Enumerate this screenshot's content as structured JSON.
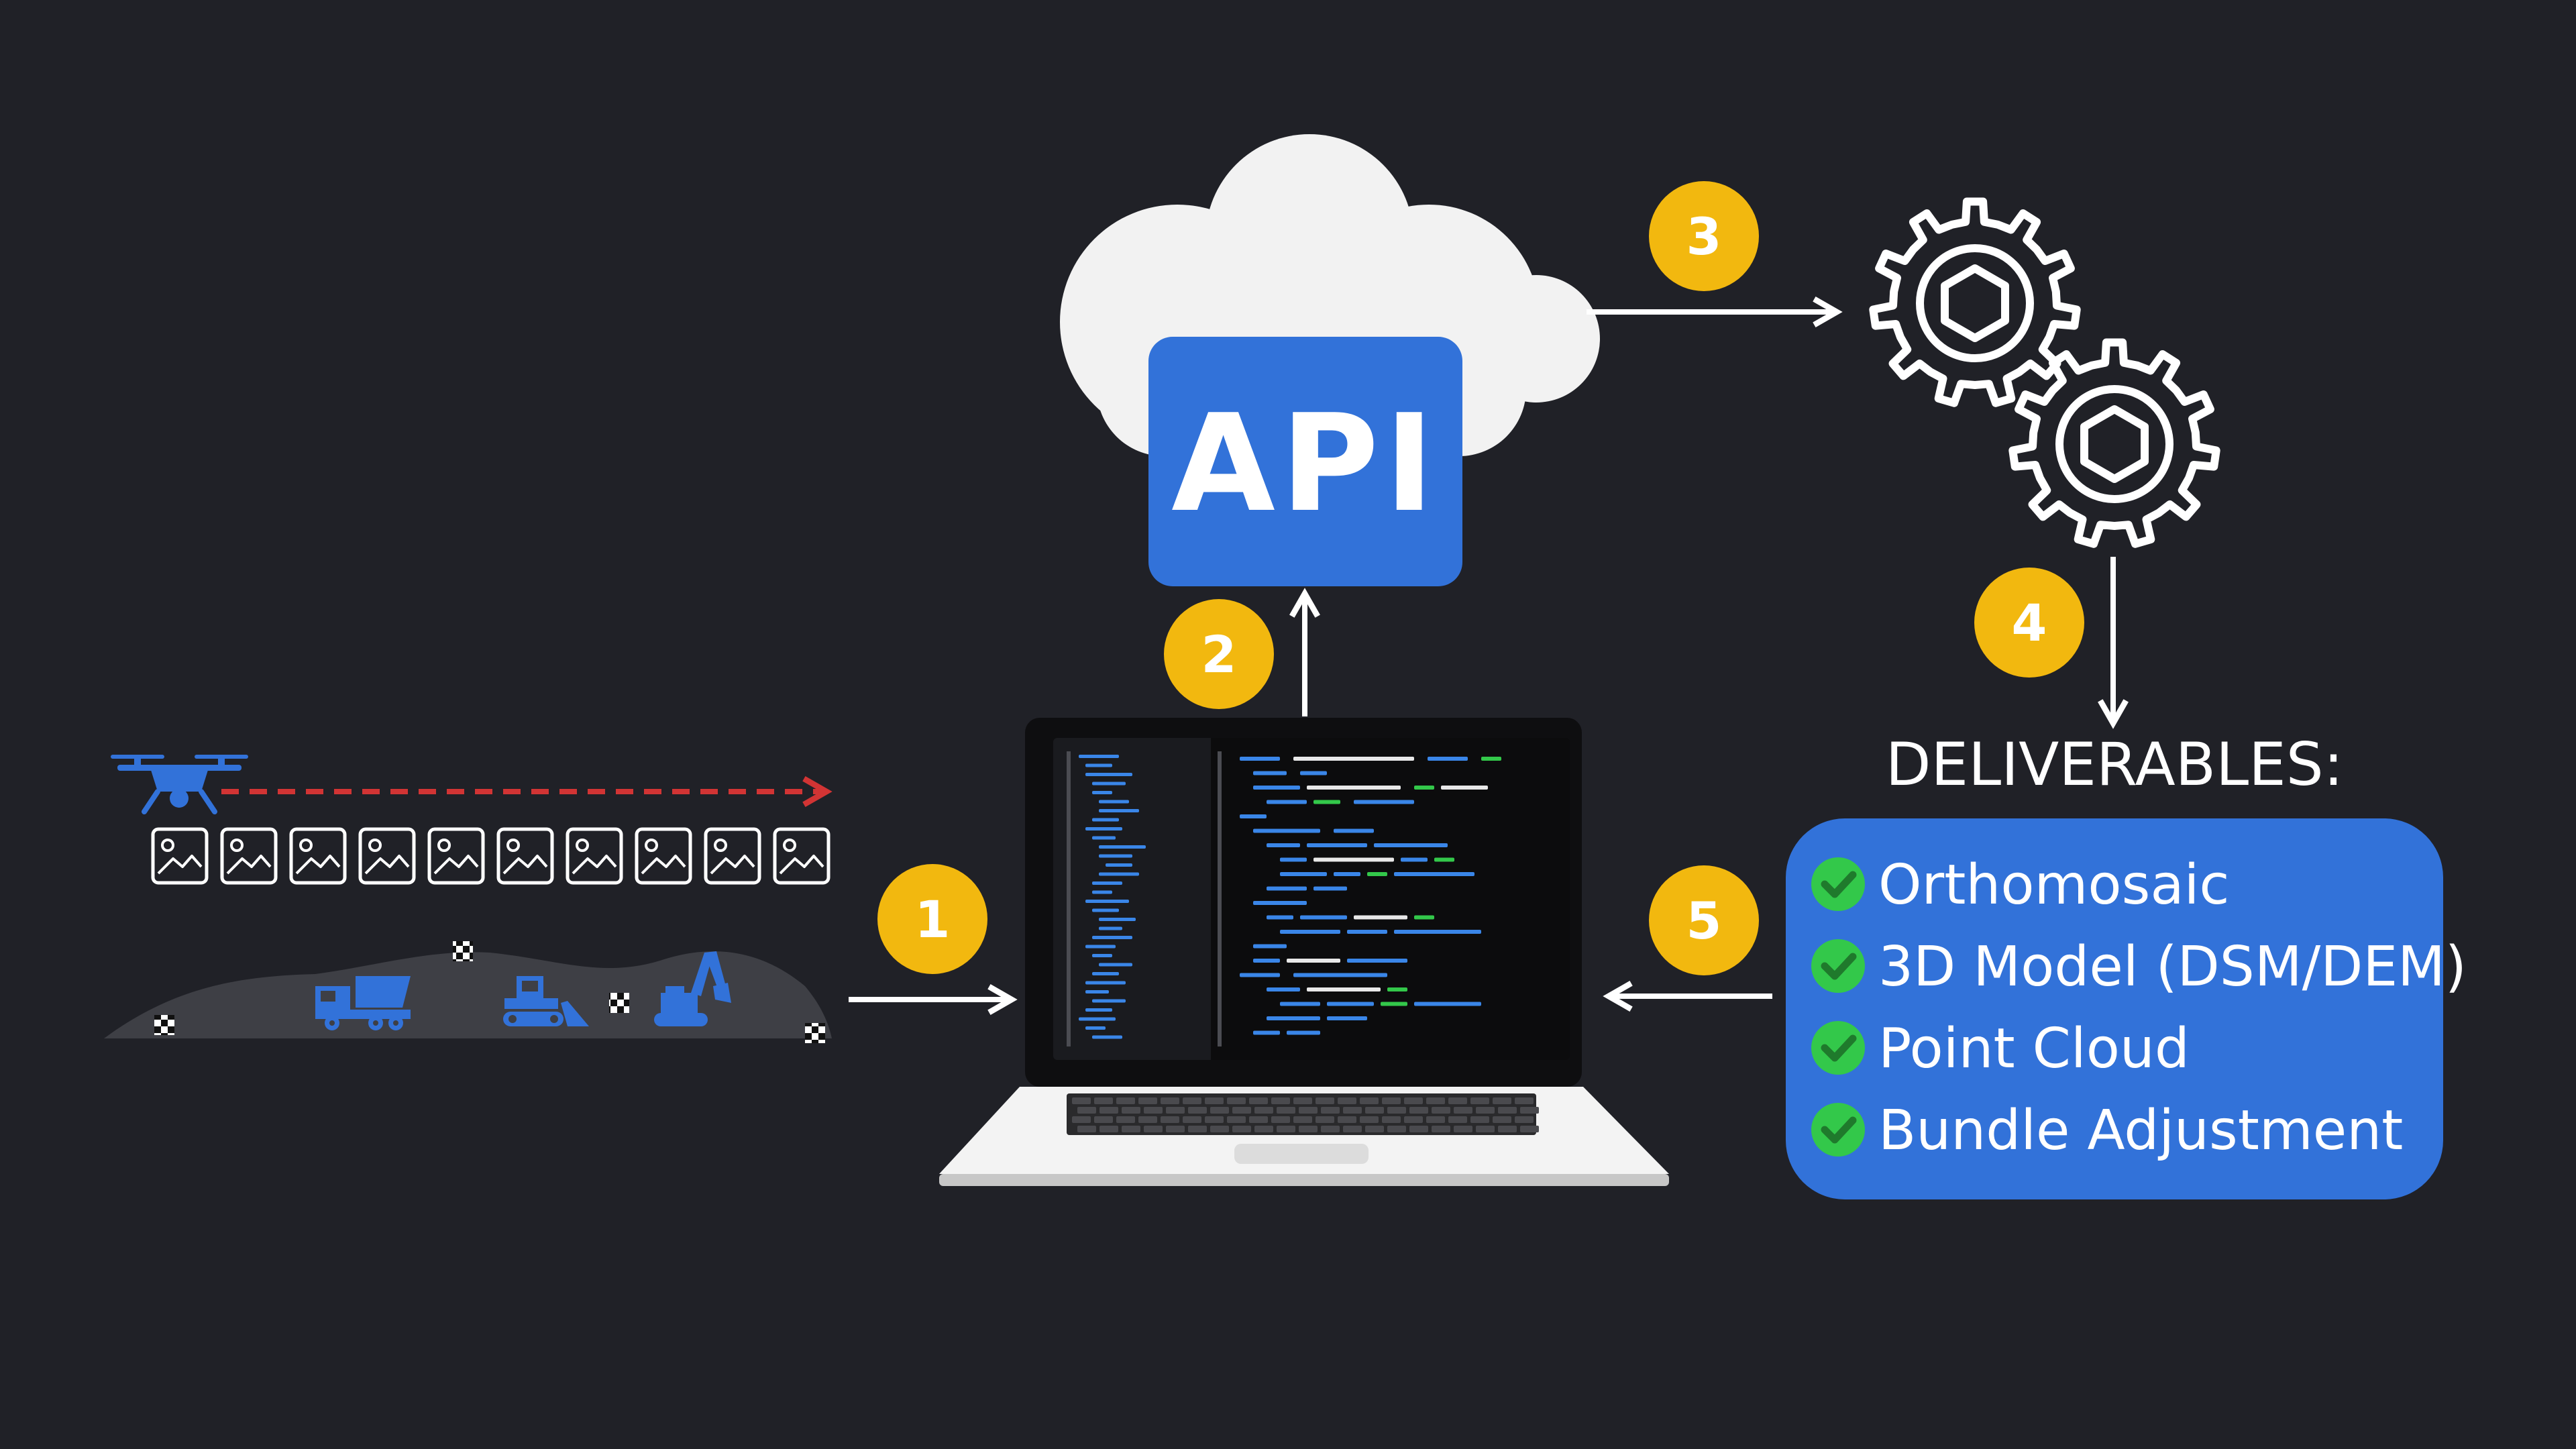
{
  "api": {
    "label": "API"
  },
  "steps": [
    {
      "number": "1"
    },
    {
      "number": "2"
    },
    {
      "number": "3"
    },
    {
      "number": "4"
    },
    {
      "number": "5"
    }
  ],
  "deliverables": {
    "title": "DELIVERABLES:",
    "items": [
      {
        "label": "Orthomosaic"
      },
      {
        "label": "3D Model (DSM/DEM)"
      },
      {
        "label": "Point Cloud"
      },
      {
        "label": "Bundle Adjustment"
      }
    ]
  },
  "icons": {
    "drone": "drone-icon",
    "image": "image-icon",
    "dump_truck": "dump-truck-icon",
    "bulldozer": "bulldozer-icon",
    "excavator": "excavator-icon",
    "ground_control_point": "gcp-marker-icon",
    "cloud": "cloud-icon",
    "gear": "gear-icon",
    "laptop": "laptop-icon",
    "check": "check-icon"
  },
  "colors": {
    "background": "#202127",
    "accent_blue": "#3272d9",
    "step_yellow": "#f2b80f",
    "check_green": "#33c84a",
    "flight_path_red": "#d23434",
    "cloud_white": "#f2f2f2"
  }
}
